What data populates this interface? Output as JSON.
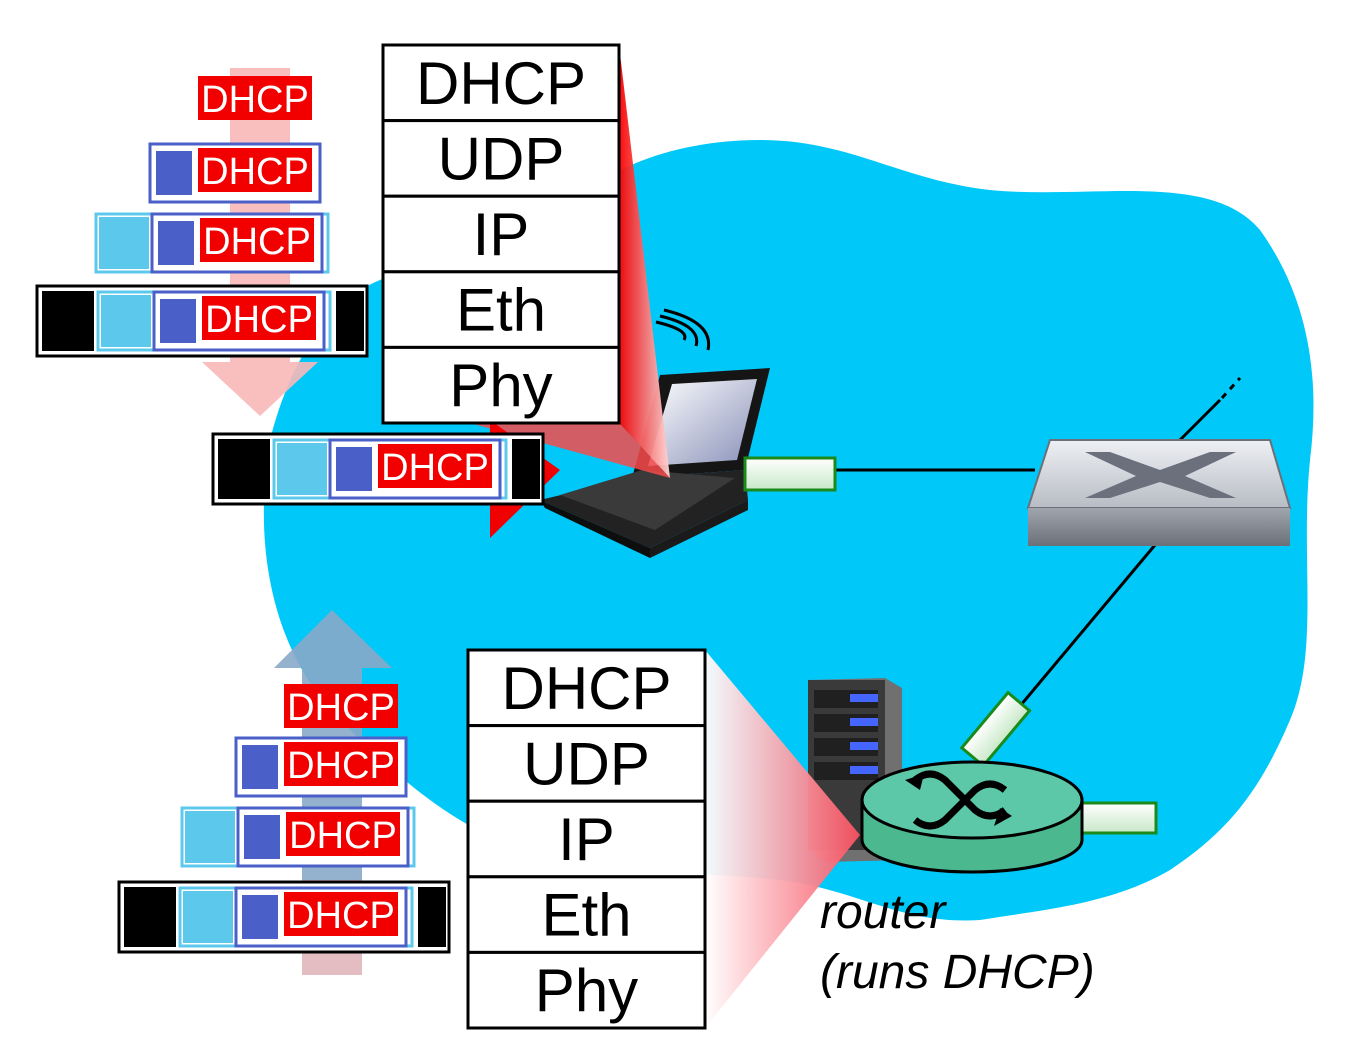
{
  "colors": {
    "cloud": "#00C8F8",
    "dhcp_red": "#F20000",
    "ip_blue": "#4A5FC8",
    "eth_light_blue": "#5BC8EC",
    "phy_black": "#000000",
    "router_green": "#5CC8A8",
    "link_green": "#1A8A1A",
    "down_arrow": "#F8B8B8",
    "up_arrow": "#88A8C8"
  },
  "icons": [
    "laptop-icon",
    "wifi-waves-icon",
    "switch-icon",
    "router-icon",
    "server-icon"
  ],
  "top_stack": {
    "layers": [
      "DHCP",
      "UDP",
      "IP",
      "Eth",
      "Phy"
    ]
  },
  "bottom_stack": {
    "layers": [
      "DHCP",
      "UDP",
      "IP",
      "Eth",
      "Phy"
    ]
  },
  "message_label": "DHCP",
  "router_caption": {
    "line1": "router",
    "line2": "(runs DHCP)"
  }
}
